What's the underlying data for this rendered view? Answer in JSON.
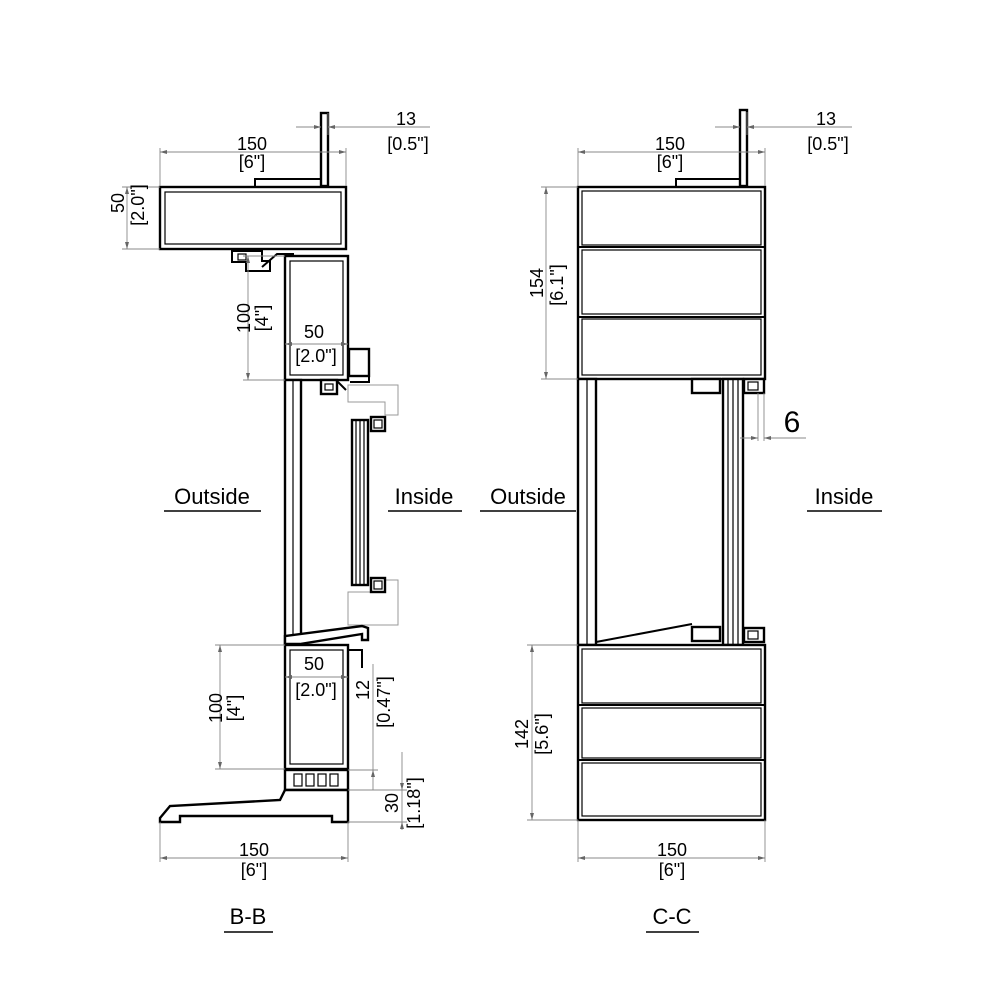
{
  "sections": {
    "bb": {
      "title": "B-B",
      "outside": "Outside",
      "inside": "Inside",
      "dims": {
        "top_offset": "13",
        "top_offset_in": "[0.5\"]",
        "head_width": "150",
        "head_width_in": "[6\"]",
        "head_height": "50",
        "head_height_in": "[2.0\"]",
        "upper_box_height": "100",
        "upper_box_height_in": "[4\"]",
        "upper_box_width": "50",
        "upper_box_width_in": "[2.0\"]",
        "lower_box_width": "50",
        "lower_box_width_in": "[2.0\"]",
        "lower_box_height": "100",
        "lower_box_height_in": "[4\"]",
        "lip": "12",
        "lip_in": "[0.47\"]",
        "sill_height": "30",
        "sill_height_in": "[1.18\"]",
        "sill_width": "150",
        "sill_width_in": "[6\"]"
      }
    },
    "cc": {
      "title": "C-C",
      "outside": "Outside",
      "inside": "Inside",
      "dims": {
        "top_offset": "13",
        "top_offset_in": "[0.5\"]",
        "head_width": "150",
        "head_width_in": "[6\"]",
        "upper_height": "154",
        "upper_height_in": "[6.1\"]",
        "gap": "6",
        "lower_height": "142",
        "lower_height_in": "[5.6\"]",
        "bottom_width": "150",
        "bottom_width_in": "[6\"]"
      }
    }
  }
}
